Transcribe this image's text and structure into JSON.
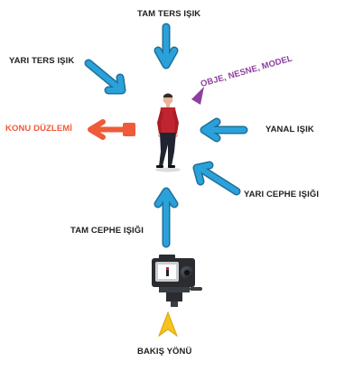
{
  "labels": {
    "tam_ters": "TAM TERS IŞIK",
    "yari_ters": "YARI TERS IŞIK",
    "obje": "OBJE, NESNE, MODEL",
    "konu": "KONU DÜZLEMİ",
    "yanal": "YANAL IŞIK",
    "yari_cephe": "YARI CEPHE IŞIĞI",
    "tam_cephe": "TAM CEPHE IŞIĞI",
    "bakis": "BAKIŞ YÖNÜ"
  },
  "colors": {
    "light_arrow": "#2ba1da",
    "light_arrow_outline": "#1d6f9a",
    "subject_plane": "#ef5a38",
    "object_label": "#8d3fa0",
    "view_marker": "#f6c21c",
    "text": "#1f1f1f"
  },
  "icons": {
    "subject": "person-icon",
    "camera": "camera-on-tripod-icon",
    "object_pointer": "purple-pointer-icon",
    "view": "yellow-arrowhead-icon"
  }
}
